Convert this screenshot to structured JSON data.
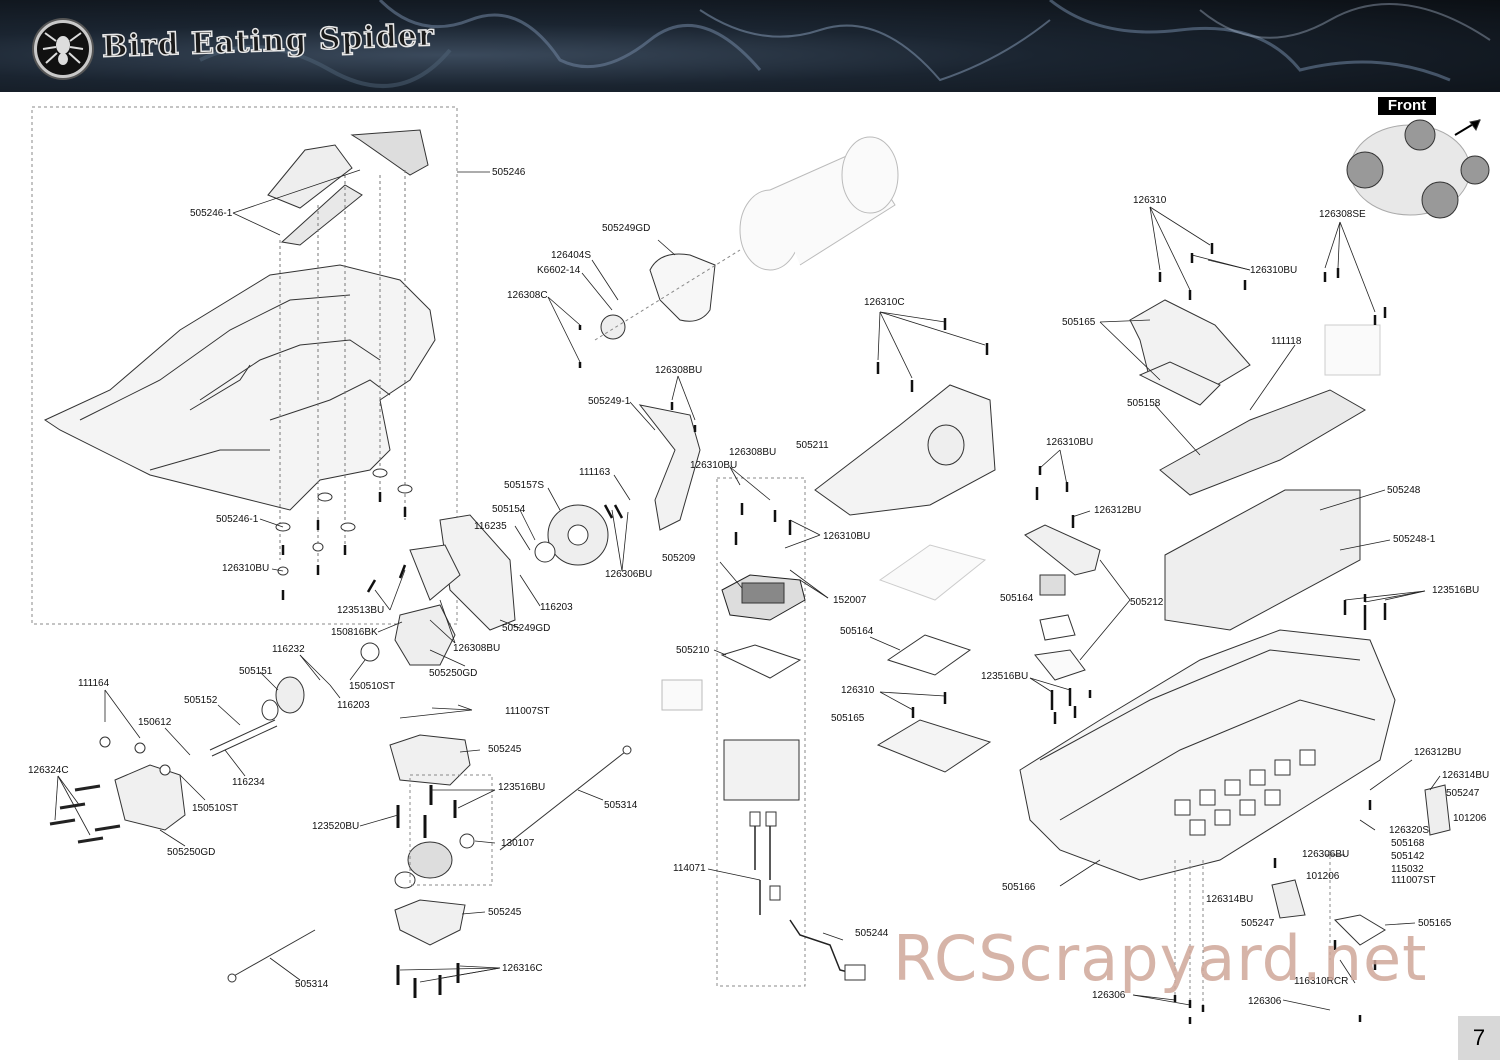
{
  "header": {
    "title": "Bird Eating Spider"
  },
  "front_label": "Front",
  "page_number": "7",
  "watermark": "RCScrapyard.net",
  "labels": {
    "l505246": "505246",
    "l505246_1a": "505246-1",
    "l505246_1b": "505246-1",
    "l126310BU_a": "126310BU",
    "l505249GD_a": "505249GD",
    "l126404S": "126404S",
    "lK6602_14": "K6602-14",
    "l126308C": "126308C",
    "l126308BU_a": "126308BU",
    "l505249_1": "505249-1",
    "l111163": "111163",
    "l505157S": "505157S",
    "l505154": "505154",
    "l116235": "116235",
    "l126306BU_a": "126306BU",
    "l116203_a": "116203",
    "l505249GD_b": "505249GD",
    "l123513BU": "123513BU",
    "l150816BK": "150816BK",
    "l126308BU_b": "126308BU",
    "l505250GD_a": "505250GD",
    "l116232": "116232",
    "l505151": "505151",
    "l150510ST_a": "150510ST",
    "l116203_b": "116203",
    "l111164": "111164",
    "l505152": "505152",
    "l150612": "150612",
    "l116234": "116234",
    "l126324C": "126324C",
    "l150510ST_b": "150510ST",
    "l505250GD_b": "505250GD",
    "l111007ST_a": "111007ST",
    "l505245_a": "505245",
    "l123516BU_a": "123516BU",
    "l123520BU": "123520BU",
    "l130107": "130107",
    "l505314_a": "505314",
    "l505245_b": "505245",
    "l126316C": "126316C",
    "l505314_b": "505314",
    "l126308BU_c": "126308BU",
    "l126310BU_b": "126310BU",
    "l505209": "505209",
    "l126310BU_c": "126310BU",
    "l152007": "152007",
    "l505210": "505210",
    "l114071": "114071",
    "l505244": "505244",
    "l126310C": "126310C",
    "l505211": "505211",
    "l505164_a": "505164",
    "l126310": "126310",
    "l505165_a": "505165",
    "l126310BU_d": "126310BU",
    "l126312BU_a": "126312BU",
    "l505164_b": "505164",
    "l505212": "505212",
    "l123516BU_b": "123516BU",
    "l126310_top": "126310",
    "l126310BU_e": "126310BU",
    "l505165_b": "505165",
    "l111118": "111118",
    "l505158": "505158",
    "l126308SE": "126308SE",
    "l505248": "505248",
    "l505248_1": "505248-1",
    "l123516BU_c": "123516BU",
    "l126312BU_b": "126312BU",
    "l126314BU_a": "126314BU",
    "l505247_a": "505247",
    "l101206_a": "101206",
    "l126320S": "126320S",
    "l505168": "505168",
    "l505142": "505142",
    "l115032": "115032",
    "l111007ST_b": "111007ST",
    "l126306BU_b": "126306BU",
    "l101206_b": "101206",
    "l126314BU_b": "126314BU",
    "l505247_b": "505247",
    "l505165_c": "505165",
    "l505166": "505166",
    "l116310RCR": "116310RCR",
    "l126306_a": "126306",
    "l126306_b": "126306"
  }
}
